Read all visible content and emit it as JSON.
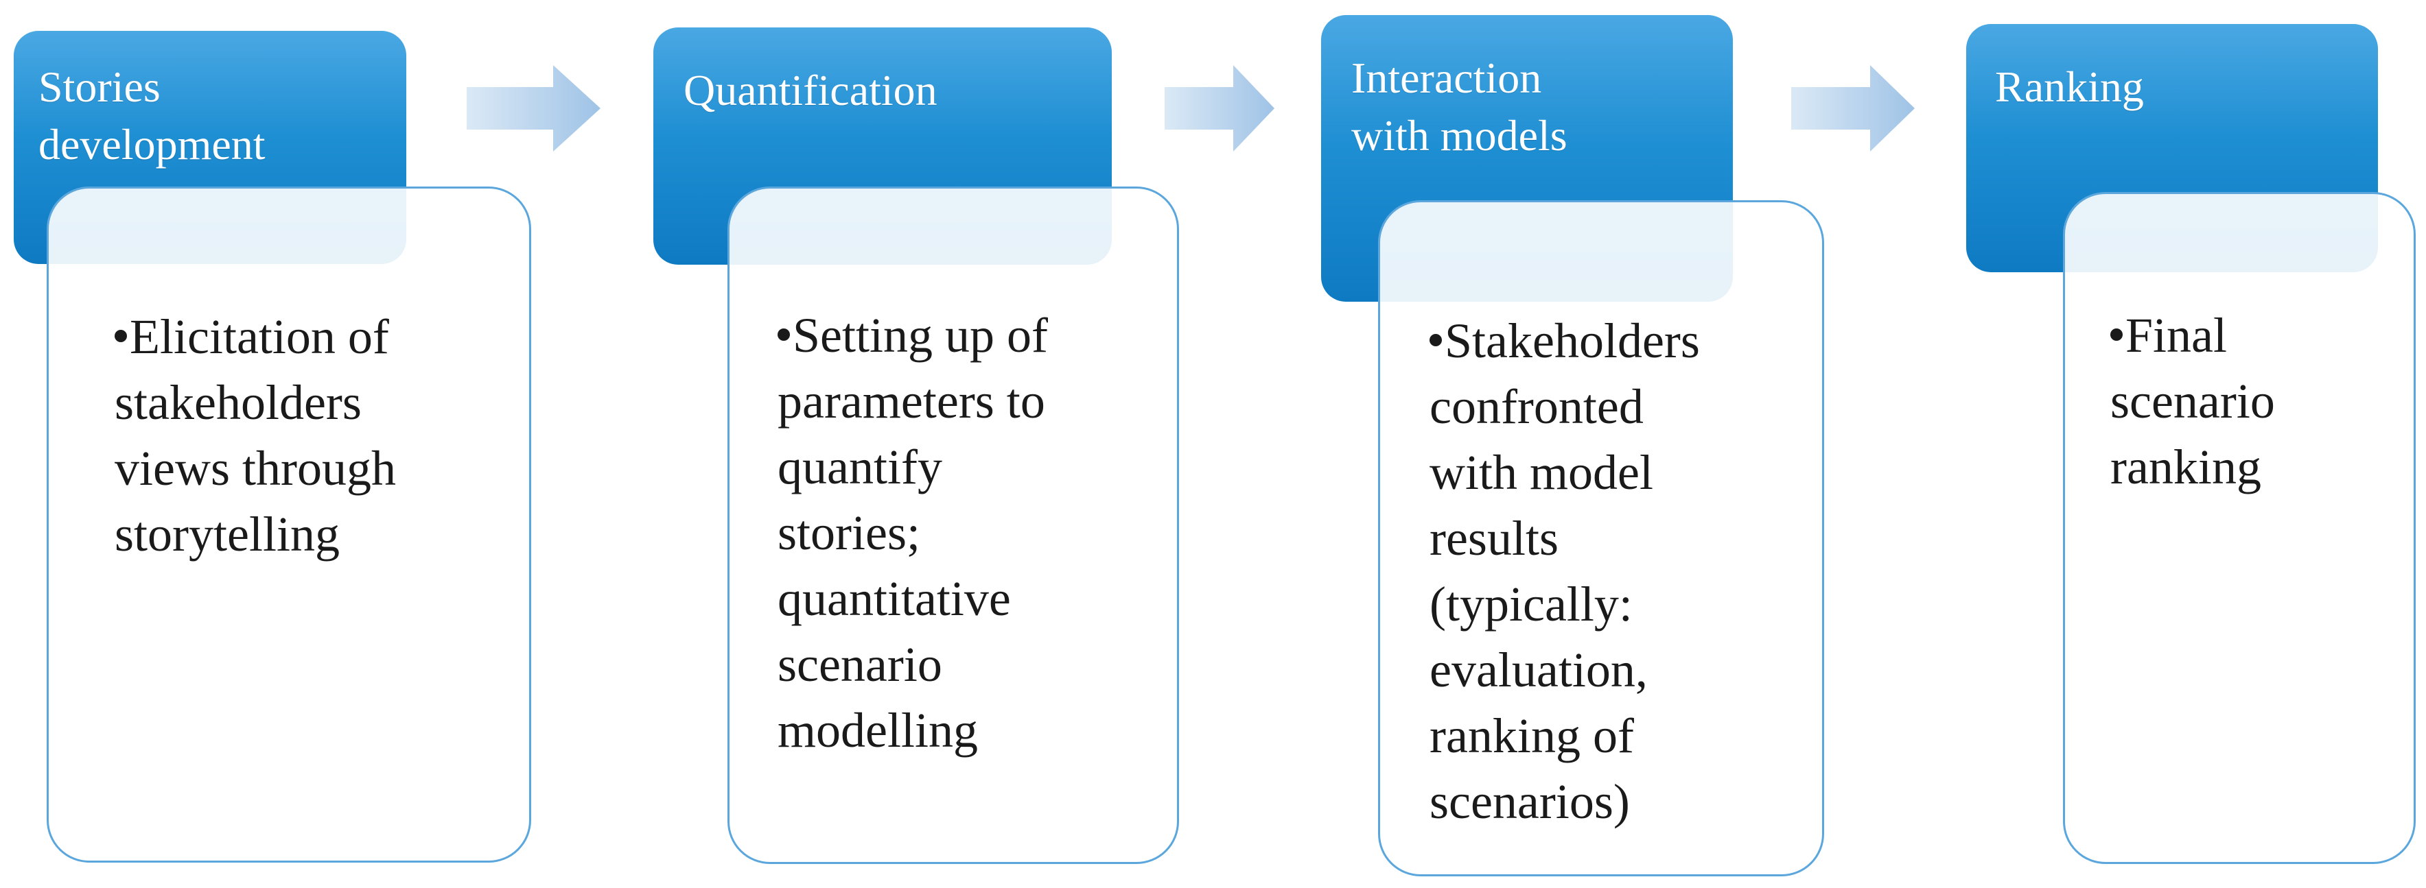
{
  "colors": {
    "header_top": "#4aa8e3",
    "header_bottom": "#0e7ac2",
    "box_border": "#5ba7dd",
    "arrow_light": "#dbe9f6",
    "arrow_dark": "#9fc3e6"
  },
  "steps": [
    {
      "title": "Stories\ndevelopment",
      "bullet": "Elicitation of\nstakeholders\nviews through\nstorytelling"
    },
    {
      "title": "Quantification",
      "bullet": "Setting up of\nparameters to\nquantify\nstories;\nquantitative\nscenario\nmodelling"
    },
    {
      "title": "Interaction\nwith models",
      "bullet": "Stakeholders\nconfronted\nwith model\nresults\n(typically:\nevaluation,\nranking of\nscenarios)"
    },
    {
      "title": "Ranking",
      "bullet": "Final\nscenario\nranking"
    }
  ],
  "arrows": [
    {
      "icon": "right-arrow-icon"
    },
    {
      "icon": "right-arrow-icon"
    },
    {
      "icon": "right-arrow-icon"
    }
  ]
}
